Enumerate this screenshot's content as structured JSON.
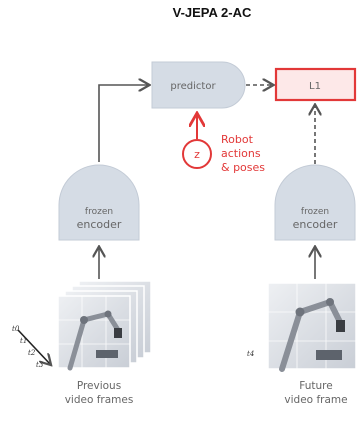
{
  "title": "V-JEPA 2-AC",
  "predictor": {
    "label": "predictor"
  },
  "loss": {
    "label": "L1"
  },
  "latent": {
    "label": "z"
  },
  "annotation": {
    "lines": [
      "Robot",
      "actions",
      "& poses"
    ]
  },
  "encoders": {
    "left": {
      "line1": "frozen",
      "line2": "encoder"
    },
    "right": {
      "line1": "frozen",
      "line2": "encoder"
    }
  },
  "frames": {
    "previous_caption": [
      "Previous",
      "video frames"
    ],
    "future_caption": [
      "Future",
      "video frame"
    ],
    "time_labels": [
      "t0",
      "t1",
      "t2",
      "t3"
    ],
    "future_time_label": "t4"
  },
  "colors": {
    "box_fill": "#d5dce5",
    "arrow": "#555555",
    "accent_red": "#e23838",
    "loss_fill": "#fde8e8"
  }
}
